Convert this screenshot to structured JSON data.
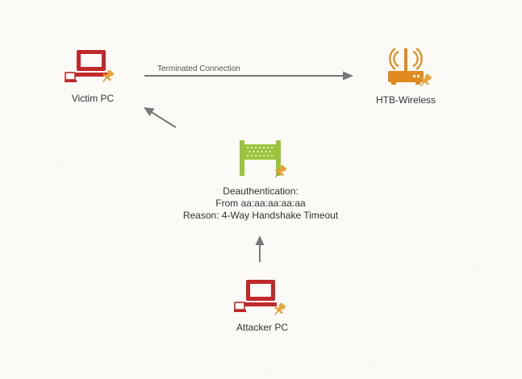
{
  "diagram": {
    "nodes": {
      "victim": {
        "label": "Victim PC",
        "icon": "laptop-icon",
        "color": "#c0282a"
      },
      "router": {
        "label": "HTB-Wireless",
        "icon": "wireless-router-icon",
        "color": "#e08a1e"
      },
      "deauth": {
        "line1": "Deauthentication:",
        "line2": "From aa:aa:aa:aa:aa",
        "line3": "Reason: 4-Way Handshake Timeout",
        "icon": "firewall-icon",
        "color": "#9bc43c"
      },
      "attacker": {
        "label": "Attacker PC",
        "icon": "laptop-icon",
        "color": "#c0282a"
      }
    },
    "edges": {
      "terminated": {
        "label": "Terminated Connection"
      }
    },
    "pin_color": "#e8a43a",
    "arrow_color": "#777777"
  }
}
